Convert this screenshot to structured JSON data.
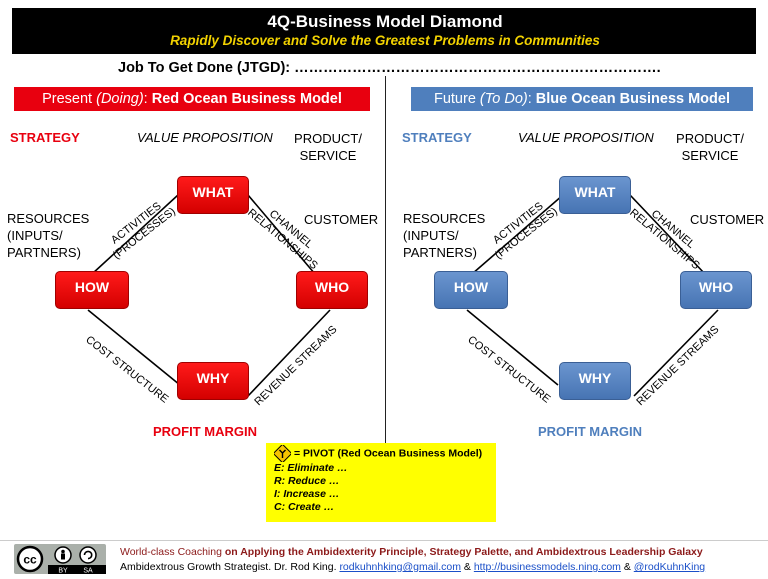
{
  "title": "4Q-Business Model Diamond",
  "subtitle": "Rapidly Discover and Solve the Greatest Problems in Communities",
  "jtgd": "Job To Get Done (JTGD): ………………………………………………………………….",
  "left": {
    "header_prefix": "Present ",
    "header_italic": "(Doing)",
    "header_colon": ": ",
    "header_bold": "Red Ocean Business Model",
    "strategy": "STRATEGY",
    "value_prop": "VALUE PROPOSITION",
    "product_service": [
      "PRODUCT/",
      "SERVICE"
    ],
    "resources": [
      "RESOURCES",
      "(INPUTS/",
      "PARTNERS)"
    ],
    "customer": "CUSTOMER",
    "nodes": {
      "what": "WHAT",
      "how": "HOW",
      "who": "WHO",
      "why": "WHY"
    },
    "edges": {
      "activities": [
        "ACTIVITIES",
        "(PROCESSES)"
      ],
      "channel": [
        "CHANNEL",
        "RELATIONSHIPS"
      ],
      "cost": "COST STRUCTURE",
      "revenue": "REVENUE STREAMS"
    },
    "profit": "PROFIT MARGIN"
  },
  "right": {
    "header_prefix": "Future ",
    "header_italic": "(To Do)",
    "header_colon": ": ",
    "header_bold": "Blue Ocean Business Model",
    "strategy": "STRATEGY",
    "value_prop": "VALUE PROPOSITION",
    "product_service": [
      "PRODUCT/",
      "SERVICE"
    ],
    "resources": [
      "RESOURCES",
      "(INPUTS/",
      "PARTNERS)"
    ],
    "customer": "CUSTOMER",
    "nodes": {
      "what": "WHAT",
      "how": "HOW",
      "who": "WHO",
      "why": "WHY"
    },
    "edges": {
      "activities": [
        "ACTIVITIES",
        "(PROCESSES)"
      ],
      "channel": [
        "CHANNEL",
        "RELATIONSHIPS"
      ],
      "cost": "COST STRUCTURE",
      "revenue": "REVENUE STREAMS"
    },
    "profit": "PROFIT MARGIN"
  },
  "pivot": {
    "label": "= PIVOT (Red Ocean Business Model)",
    "items": [
      "E: Eliminate …",
      "R: Reduce …",
      "I: Increase …",
      "C: Create …"
    ]
  },
  "footer": {
    "line1_a": "World-class Coaching ",
    "line1_b": "on Applying the Ambidexterity Principle, Strategy Palette, and Ambidextrous Leadership Galaxy",
    "line2_a": "Ambidextrous Growth Strategist. Dr. Rod King. ",
    "email": "rodkuhnhking@gmail.com",
    "amp1": " & ",
    "url": "http://businessmodels.ning.com",
    "amp2": " & ",
    "handle": "@rodKuhnKing",
    "cc_text": [
      "BY",
      "SA"
    ]
  },
  "colors": {
    "red": "#e8000f",
    "blue": "#4f7fbd",
    "yellow": "#ffff00",
    "subtitle": "#f2d200"
  }
}
